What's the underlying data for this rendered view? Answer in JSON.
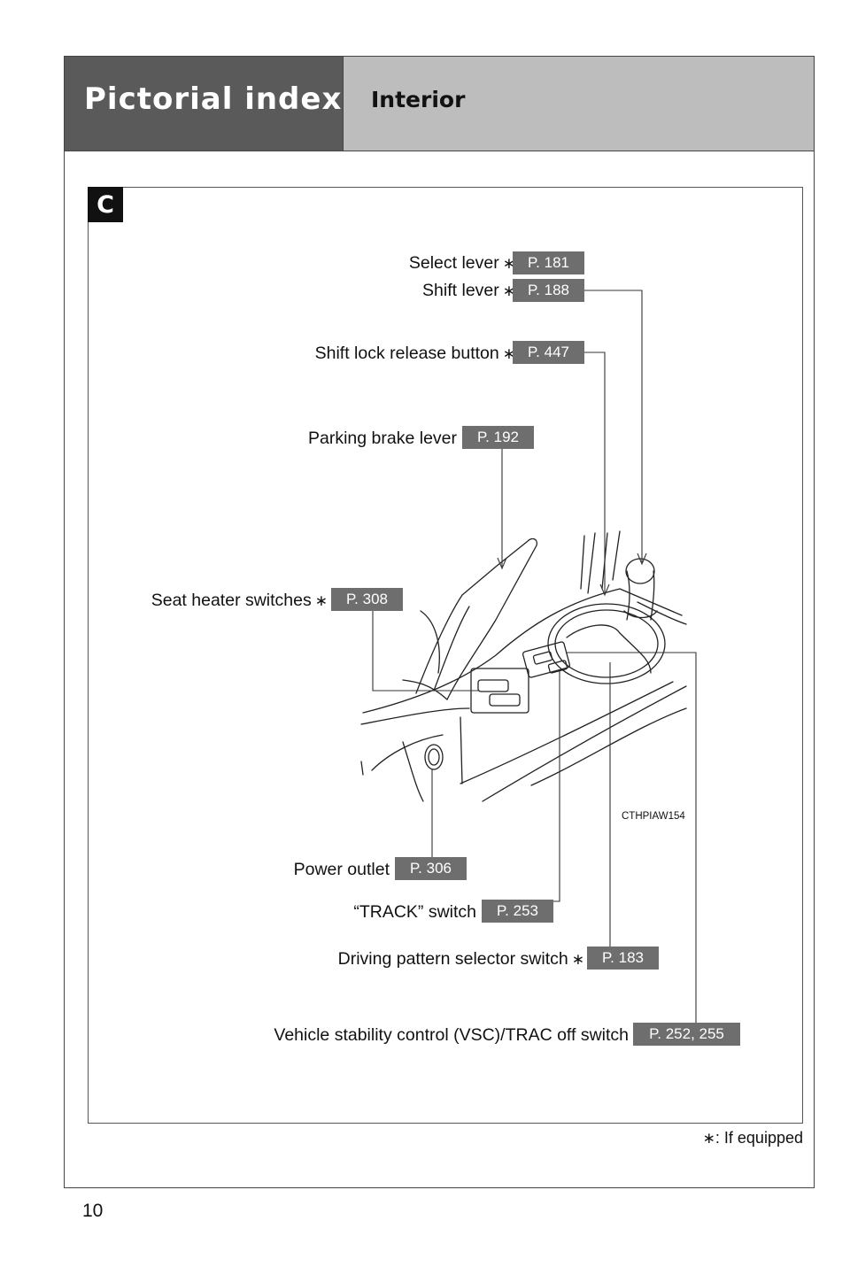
{
  "header": {
    "title": "Pictorial index",
    "subtitle": "Interior"
  },
  "section": "C",
  "callouts": {
    "select_lever": {
      "label": "Select lever",
      "page": "P. 181"
    },
    "shift_lever": {
      "label": "Shift lever",
      "page": "P. 188"
    },
    "shift_lock": {
      "label": "Shift lock release button",
      "page": "P. 447"
    },
    "parking_brake": {
      "label": "Parking brake lever",
      "page": "P. 192"
    },
    "seat_heater": {
      "label": "Seat heater switches",
      "page": "P. 308"
    },
    "power_outlet": {
      "label": "Power outlet",
      "page": "P. 306"
    },
    "track_switch": {
      "label": "“TRACK” switch",
      "page": "P. 253"
    },
    "driving_pattern": {
      "label": "Driving pattern selector switch",
      "page": "P. 183"
    },
    "vsc": {
      "label": "Vehicle stability control (VSC)/TRAC off switch",
      "page": "P. 252, 255"
    }
  },
  "illustration_code": "CTHPIAW154",
  "footnote": {
    "symbol": "∗",
    "text": ": If equipped"
  },
  "page_number": "10",
  "star_symbol": "∗"
}
